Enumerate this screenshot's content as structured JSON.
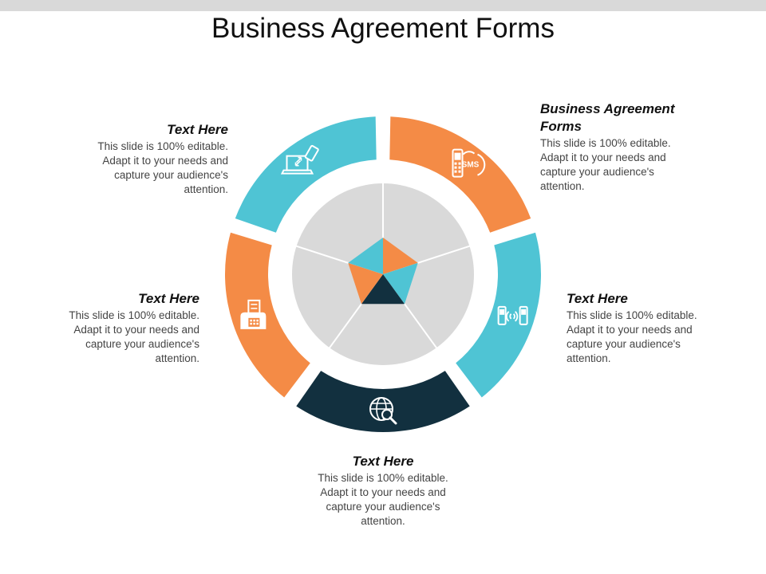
{
  "title": "Business Agreement Forms",
  "colors": {
    "orange": "#F48B46",
    "teal": "#4FC4D4",
    "navy": "#12303F",
    "gray": "#D9D9D9"
  },
  "segments": [
    {
      "id": "top-right",
      "color": "orange",
      "icon": "sms-phone-icon",
      "heading": "Business Agreement Forms",
      "body": "This slide is 100% editable. Adapt it to your needs and capture your audience's attention."
    },
    {
      "id": "right",
      "color": "teal",
      "icon": "mobile-transfer-icon",
      "heading": "Text Here",
      "body": "This slide is 100% editable. Adapt it to your needs and capture your audience's attention."
    },
    {
      "id": "bottom",
      "color": "navy",
      "icon": "globe-search-icon",
      "heading": "Text Here",
      "body": "This slide is 100% editable. Adapt it to your needs and capture your audience's attention."
    },
    {
      "id": "left",
      "color": "orange",
      "icon": "fax-document-icon",
      "heading": "Text Here",
      "body": "This slide is 100% editable. Adapt it to your needs and capture your audience's attention."
    },
    {
      "id": "top-left",
      "color": "teal",
      "icon": "laptop-phone-sync-icon",
      "heading": "Text Here",
      "body": "This slide is 100% editable. Adapt it to your needs and capture your audience's attention."
    }
  ]
}
